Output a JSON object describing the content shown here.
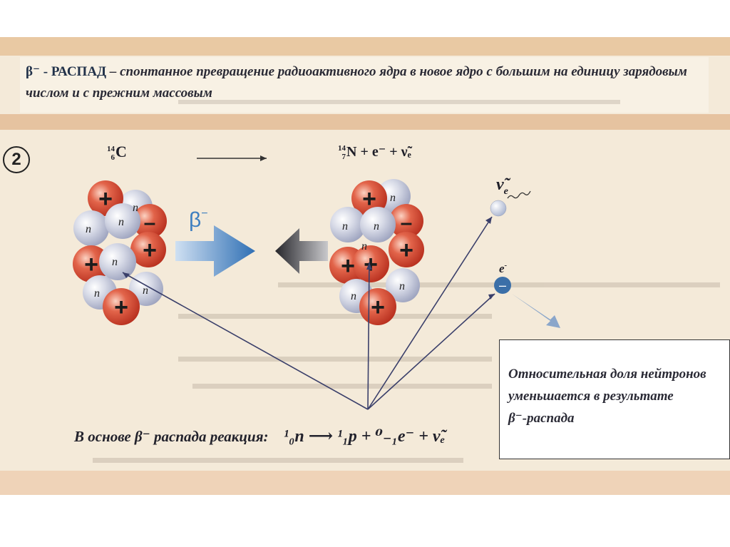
{
  "definition": {
    "term": "β⁻ - РАСПАД",
    "dash": " – ",
    "text": "спонтанное превращение радиоактивного ядра в новое ядро с большим на единицу зарядовым числом и с прежним массовым"
  },
  "step_number": "2",
  "left_nucleus": {
    "mass": "14",
    "charge": "6",
    "symbol": "C"
  },
  "right_products": {
    "mass": "14",
    "charge": "7",
    "symbol": "N",
    "rest": " + e⁻ + ν̃ₑ"
  },
  "beta_label": "β⁻",
  "neutrino_label": "ν̃ₑ",
  "electron_label": "e⁻",
  "particle_labels": {
    "plus": "+",
    "neutron": "n",
    "minus": "–"
  },
  "info_box": {
    "line1": "Относительная доля нейтронов",
    "line2": "уменьшается в результате",
    "line3": "β⁻-распада"
  },
  "reaction": {
    "prefix": "В основе  β⁻ распада реакция:",
    "equation": "¹₀n ⟶ ¹₁p + ⁰₋₁e⁻ + ν̃ₑ"
  },
  "colors": {
    "proton": "#d94a32",
    "neutron": "#c7ccdc",
    "arrow_blue": "#3f7fc0",
    "arrow_dark": "#2f2f33",
    "line": "#3a3f6a"
  }
}
